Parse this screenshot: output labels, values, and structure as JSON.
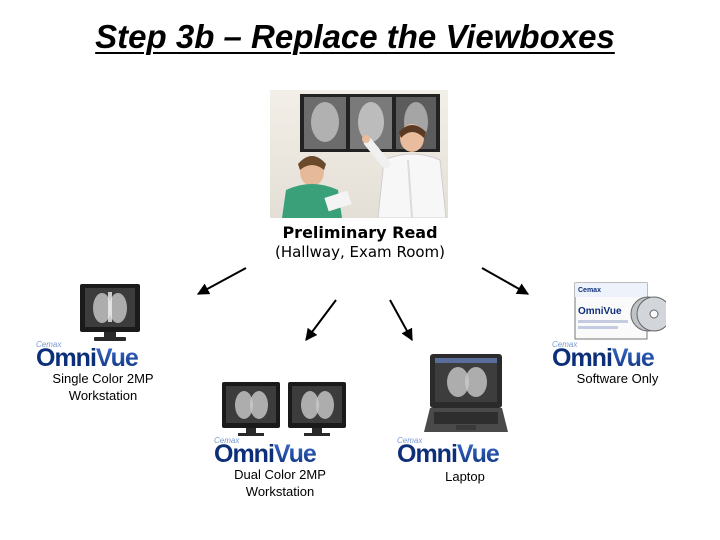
{
  "slide": {
    "title": "Step 3b – Replace the Viewboxes",
    "photo_label": "Preliminary Read",
    "photo_sublabel": "(Hallway, Exam Room)"
  },
  "brand": {
    "name_part1": "Omni",
    "name_part2": "Vue",
    "tagline": "Cemax",
    "color_dark": "#0d2f7a",
    "color_gradient_end": "#3d6fd0"
  },
  "nodes": [
    {
      "id": "single",
      "label_line1": "Single Color 2MP",
      "label_line2": "Workstation"
    },
    {
      "id": "dual",
      "label_line1": "Dual Color 2MP",
      "label_line2": "Workstation"
    },
    {
      "id": "laptop",
      "label_line1": "Laptop",
      "label_line2": ""
    },
    {
      "id": "software",
      "label_line1": "Software Only",
      "label_line2": ""
    }
  ],
  "box": {
    "brand_top": "Cemax",
    "brand_product": "OmniVue"
  }
}
